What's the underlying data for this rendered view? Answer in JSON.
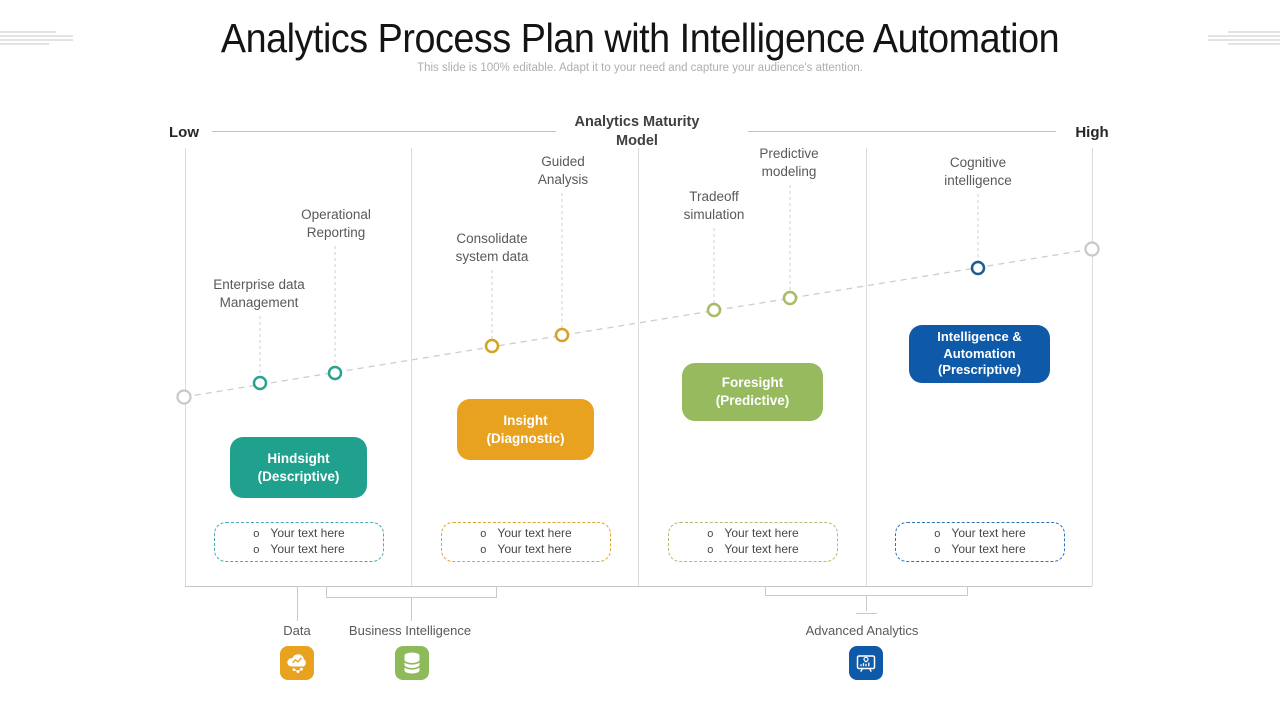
{
  "slide": {
    "title": "Analytics Process Plan with Intelligence Automation",
    "subtitle": "This slide is 100% editable. Adapt it to your need and capture your audience's attention."
  },
  "scale": {
    "low": "Low",
    "high": "High",
    "center_line1": "Analytics Maturity",
    "center_line2": "Model"
  },
  "stages": [
    {
      "box": {
        "line1": "Hindsight",
        "line2": "(Descriptive)"
      },
      "color": "#1FA18D",
      "milestones": [
        {
          "line1": "Enterprise data",
          "line2": "Management"
        },
        {
          "line1": "Operational",
          "line2": "Reporting"
        }
      ],
      "bullets": [
        "Your text here",
        "Your text here"
      ]
    },
    {
      "box": {
        "line1": "Insight",
        "line2": "(Diagnostic)"
      },
      "color": "#E9A21F",
      "milestones": [
        {
          "line1": "Consolidate",
          "line2": "system data"
        },
        {
          "line1": "Guided",
          "line2": "Analysis"
        }
      ],
      "bullets": [
        "Your text here",
        "Your text here"
      ]
    },
    {
      "box": {
        "line1": "Foresight",
        "line2": "(Predictive)"
      },
      "color": "#97BA5F",
      "milestones": [
        {
          "line1": "Tradeoff",
          "line2": "simulation"
        },
        {
          "line1": "Predictive",
          "line2": "modeling"
        }
      ],
      "bullets": [
        "Your text here",
        "Your text here"
      ]
    },
    {
      "box": {
        "line1": "Intelligence &",
        "line2": "Automation",
        "line3": "(Prescriptive)"
      },
      "color": "#0F59A9",
      "milestones": [
        {
          "line1": "Cognitive",
          "line2": "intelligence"
        }
      ],
      "bullets": [
        "Your text here",
        "Your text here"
      ]
    }
  ],
  "footer": {
    "categories": [
      {
        "label": "Data",
        "icon": "cloud-data-icon",
        "color": "#E9A21F"
      },
      {
        "label": "Business Intelligence",
        "icon": "database-icon",
        "color": "#8FBA59"
      },
      {
        "label": "Advanced Analytics",
        "icon": "presentation-analytics-icon",
        "color": "#0F59A9"
      }
    ]
  }
}
